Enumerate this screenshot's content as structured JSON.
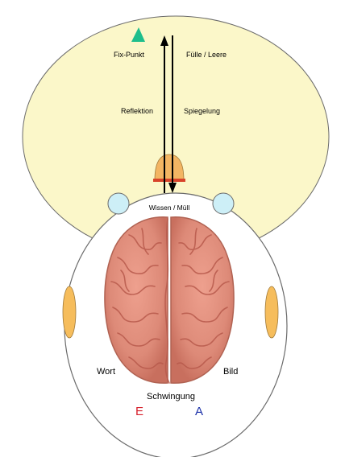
{
  "labels": {
    "fix_punkt": "Fix-Punkt",
    "fuelle_leere": "Fülle / Leere",
    "reflektion": "Reflektion",
    "spiegelung": "Spiegelung",
    "wissen_muell": "Wissen / Müll",
    "wort": "Wort",
    "bild": "Bild",
    "schwingung": "Schwingung",
    "e": "E",
    "a": "A"
  },
  "colors": {
    "field": "#fbf7c9",
    "head": "#ffffff",
    "outline": "#6b6b6b",
    "ears": "#f6bd5c",
    "crown": "#f3b563",
    "crown_base": "#d8432a",
    "eyes": "#cdeff7",
    "marker": "#1ebe8c",
    "brain": "#e2907e",
    "brain_fold": "#b85a4c",
    "e_color": "#d61f2a",
    "a_color": "#1a2fa8"
  }
}
